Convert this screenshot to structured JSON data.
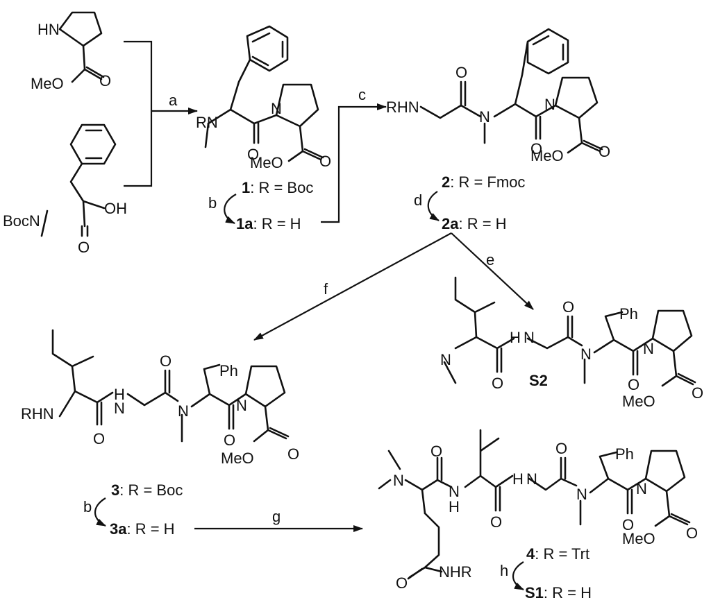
{
  "atoms": {
    "HN": "HN",
    "MeO": "MeO",
    "O": "O",
    "OH": "OH",
    "N": "N",
    "RN": "RN",
    "RHN": "RHN",
    "H": "H",
    "NHR": "NHR",
    "Ph": "Ph",
    "BocN": "BocN"
  },
  "reagent_letters": {
    "a": "a",
    "b": "b",
    "c": "c",
    "d": "d",
    "e": "e",
    "f": "f",
    "g": "g",
    "h": "h"
  },
  "compounds": {
    "c1": {
      "num": "1",
      "rest": ":   R = Boc"
    },
    "c1a": {
      "num": "1a",
      "rest": ": R = H"
    },
    "c2": {
      "num": "2",
      "rest": ":   R = Fmoc"
    },
    "c2a": {
      "num": "2a",
      "rest": ": R = H"
    },
    "s2": {
      "num": "S2",
      "rest": ""
    },
    "c3": {
      "num": "3",
      "rest": ":   R = Boc"
    },
    "c3a": {
      "num": "3a",
      "rest": ": R = H"
    },
    "c4": {
      "num": "4",
      "rest": ":   R = Trt"
    },
    "s1": {
      "num": "S1",
      "rest": ": R = H"
    }
  }
}
